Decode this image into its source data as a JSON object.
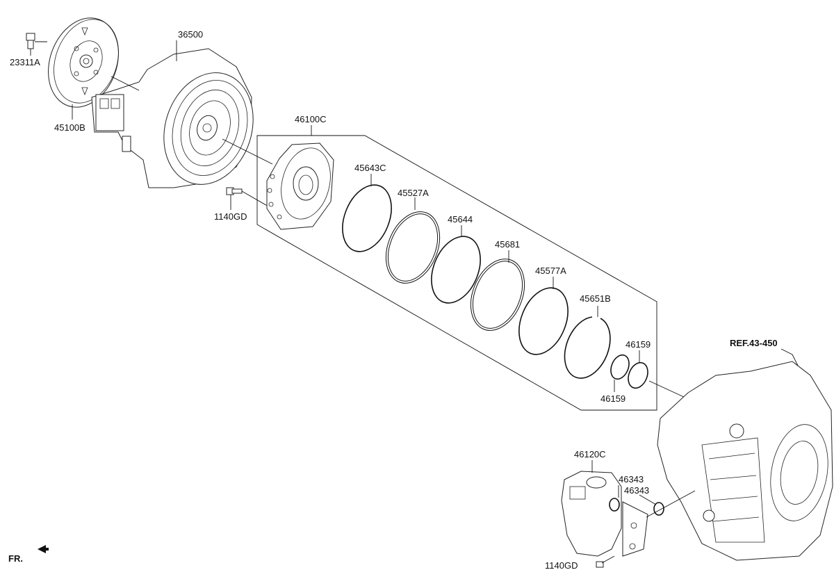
{
  "diagram": {
    "labels": {
      "p23311A": "23311A",
      "p45100B": "45100B",
      "p36500": "36500",
      "p46100C": "46100C",
      "p45643C": "45643C",
      "p45527A": "45527A",
      "p45644": "45644",
      "p45681": "45681",
      "p45577A": "45577A",
      "p45651B": "45651B",
      "p46159_top": "46159",
      "p46159_bottom": "46159",
      "p1140GD_top": "1140GD",
      "p1140GD_bottom": "1140GD",
      "p46120C": "46120C",
      "p46343_a": "46343",
      "p46343_b": "46343",
      "ref": "REF.43-450",
      "front": "FR."
    },
    "colors": {
      "line": "#111111",
      "background": "#ffffff"
    }
  }
}
